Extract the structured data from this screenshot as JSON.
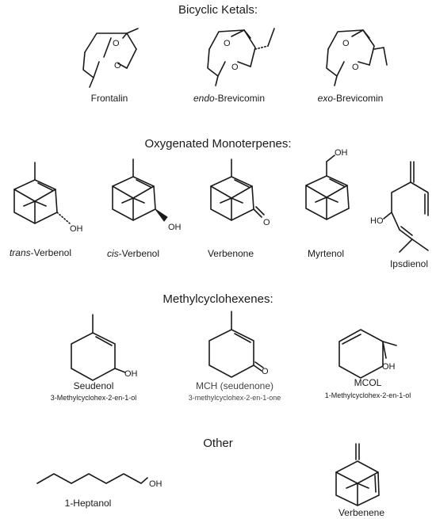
{
  "sections": {
    "bicyclic": "Bicyclic Ketals:",
    "monoterpenes": "Oxygenated  Monoterpenes:",
    "methylcyclohexenes": "Methylcyclohexenes:",
    "other": "Other"
  },
  "compounds": {
    "frontalin": "Frontalin",
    "endo_prefix": "endo",
    "endo_suffix": "-Brevicomin",
    "exo_prefix": "exo",
    "exo_suffix": "-Brevicomin",
    "trans_prefix": "trans",
    "trans_suffix": "-Verbenol",
    "cis_prefix": "cis",
    "cis_suffix": "-Verbenol",
    "verbenone": "Verbenone",
    "myrtenol": "Myrtenol",
    "ipsdienol": "Ipsdienol",
    "seudenol": "Seudenol",
    "seudenol_sub": "3-Methylcyclohex-2-en-1-ol",
    "mch": "MCH (seudenone)",
    "mch_sub": "3-methylcyclohex-2-en-1-one",
    "mcol": "MCOL",
    "mcol_sub": "1-Methylcyclohex-2-en-1-ol",
    "heptanol": "1-Heptanol",
    "verbenene": "Verbenene"
  },
  "atoms": {
    "O": "O",
    "OH": "OH",
    "HO": "HO"
  }
}
